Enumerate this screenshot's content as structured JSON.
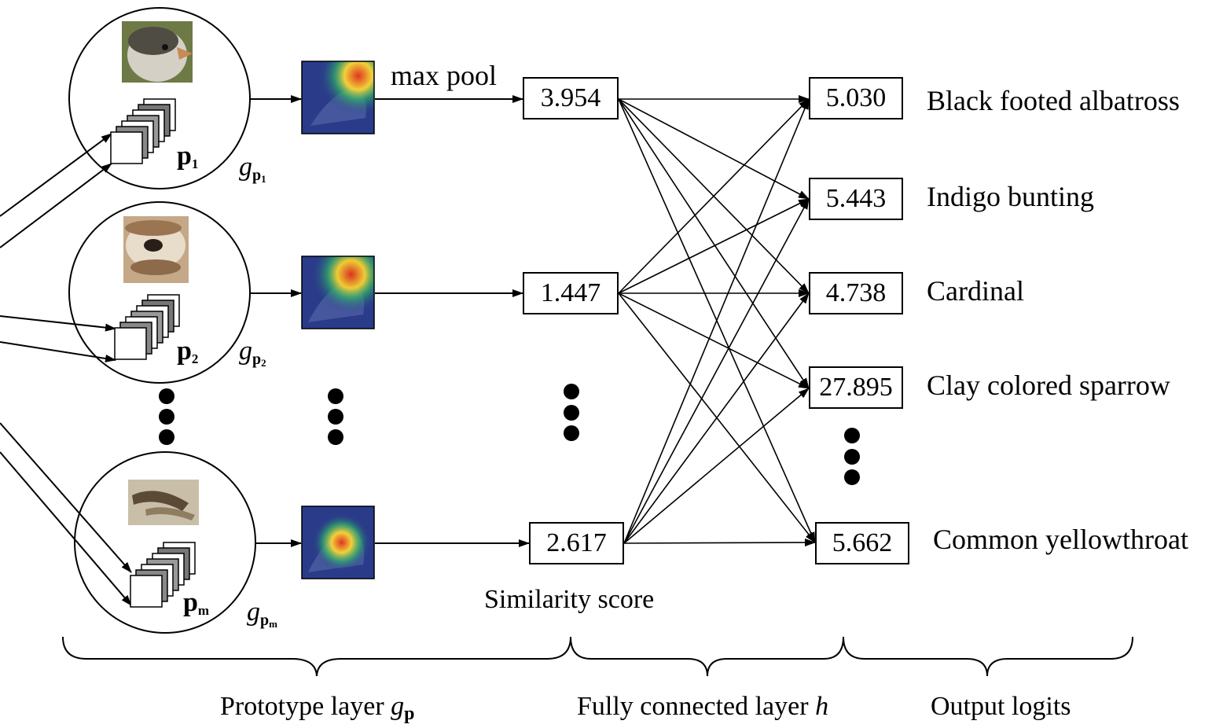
{
  "prototypes": [
    {
      "label": "p",
      "index": "1",
      "fn": "g",
      "fn_sub": "p",
      "fn_sub_index": "1",
      "score": "3.954",
      "patch_colors": [
        "#5d5a4e",
        "#cbc8bd",
        "#6e6a5c"
      ]
    },
    {
      "label": "p",
      "index": "2",
      "fn": "g",
      "fn_sub": "p",
      "fn_sub_index": "2",
      "score": "1.447",
      "patch_colors": [
        "#b28e6c",
        "#e7d7c1",
        "#7e5e44"
      ]
    },
    {
      "label": "p",
      "index": "m",
      "fn": "g",
      "fn_sub": "p",
      "fn_sub_index": "m",
      "score": "2.617",
      "patch_colors": [
        "#a69a84",
        "#d8cfbc",
        "#5b4a36"
      ]
    }
  ],
  "max_pool_label": "max pool",
  "similarity_label": "Similarity score",
  "outputs": [
    {
      "value": "5.030",
      "class": "Black footed albatross"
    },
    {
      "value": "5.443",
      "class": "Indigo bunting"
    },
    {
      "value": "4.738",
      "class": "Cardinal"
    },
    {
      "value": "27.895",
      "class": "Clay colored sparrow"
    },
    {
      "value": "5.662",
      "class": "Common yellowthroat"
    }
  ],
  "braces": {
    "prototype_layer": {
      "text": "Prototype layer ",
      "symbol": "g",
      "sub": "p"
    },
    "fc_layer": {
      "text": "Fully connected layer ",
      "symbol": "h"
    },
    "output": {
      "text": "Output logits"
    }
  },
  "colors": {
    "heat_hot": "#e0361f",
    "heat_mid": "#f2d13a",
    "heat_cool": "#2fb566",
    "heat_bg": "#2a3b8a"
  }
}
